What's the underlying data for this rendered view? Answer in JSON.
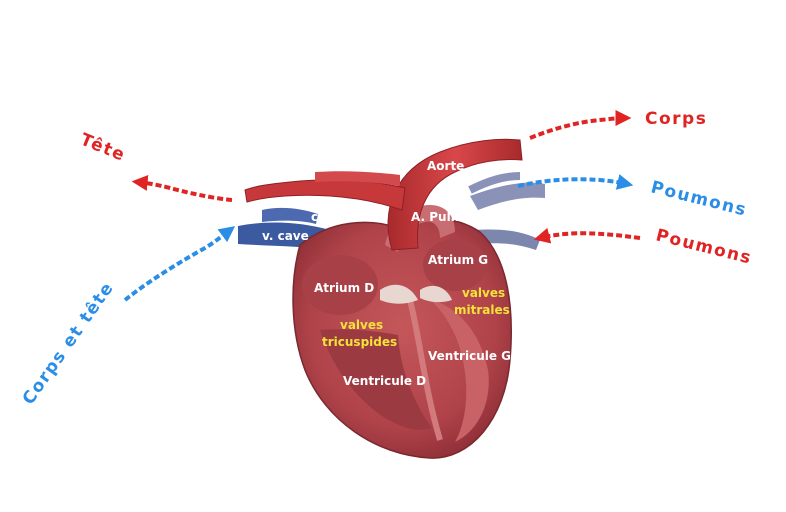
{
  "colors": {
    "oxygen_poor": "#2a8ee6",
    "oxygen_rich": "#e02424",
    "valve_text": "#f5e23a",
    "heart_text": "#ffffff"
  },
  "flows": {
    "tete": "Tête",
    "corps_out": "Corps",
    "poumons_out": "Poumons",
    "poumons_in": "Poumons",
    "corps_et_tete": "Corps et tête"
  },
  "heart_labels": {
    "aorte": "Aorte",
    "carotide": "carotide",
    "pulmonaire": "A. Pulmonaire",
    "vcave": "v. cave",
    "atrium_g": "Atrium G",
    "atrium_d": "Atrium D",
    "ventricule_g": "Ventricule G",
    "ventricule_d": "Ventricule D"
  },
  "valves": {
    "mitrales_1": "valves",
    "mitrales_2": "mitrales",
    "tricuspides_1": "valves",
    "tricuspides_2": "tricuspides"
  }
}
